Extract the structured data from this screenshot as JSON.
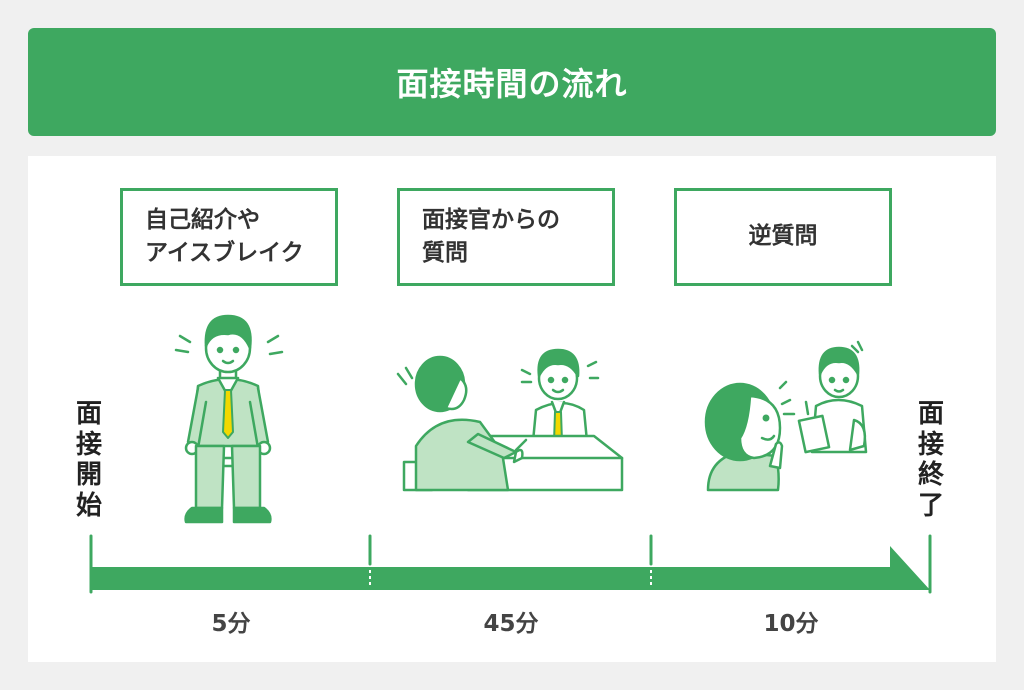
{
  "header": {
    "title": "面接時間の流れ"
  },
  "stages": [
    {
      "label": "自己紹介や\nアイスブレイク",
      "duration": "5分"
    },
    {
      "label": "面接官からの\n質問",
      "duration": "45分"
    },
    {
      "label": "逆質問",
      "duration": "10分"
    }
  ],
  "timeline": {
    "start_label": [
      "面",
      "接",
      "開",
      "始"
    ],
    "end_label": [
      "面",
      "接",
      "終",
      "了"
    ]
  },
  "colors": {
    "accent": "#3ea860",
    "suit": "#bfe3c4",
    "tie": "#f2d800",
    "hair": "#3ea860",
    "skin": "#ffffff"
  }
}
